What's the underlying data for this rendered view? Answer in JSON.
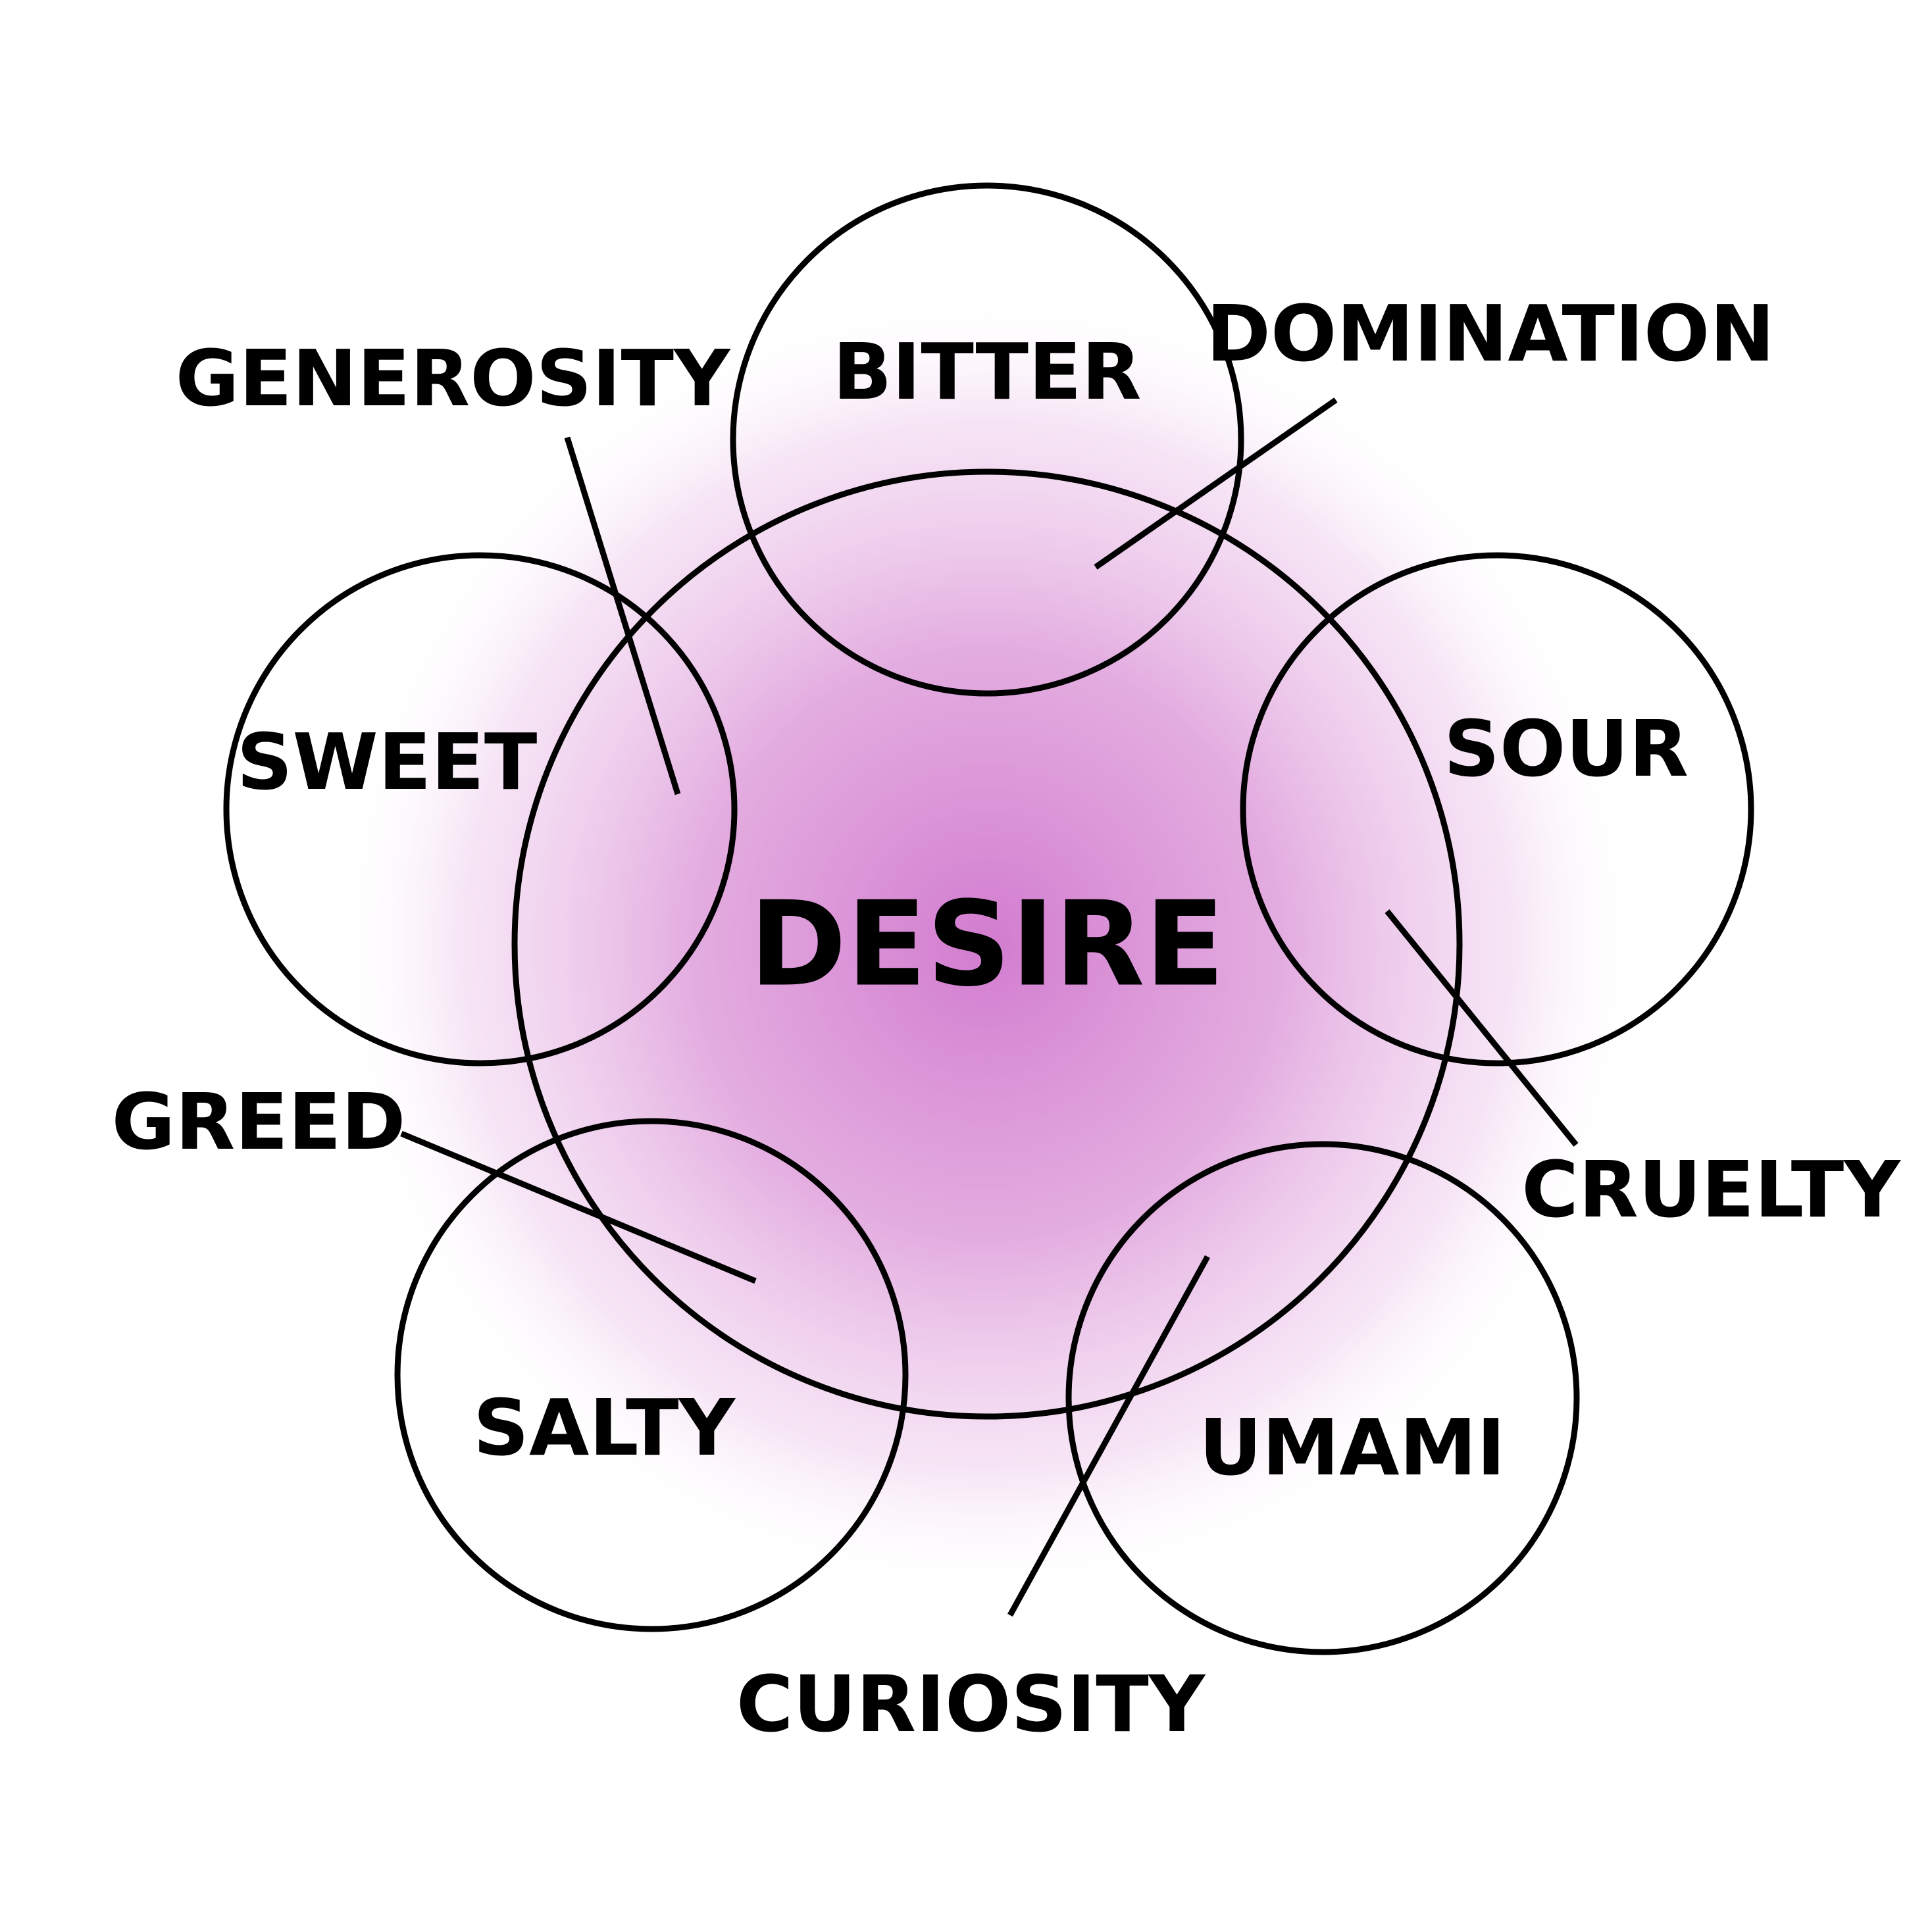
{
  "center_label": "DESIRE",
  "tastes": {
    "bitter": "BITTER",
    "sour": "SOUR",
    "umami": "UMAMI",
    "salty": "SALTY",
    "sweet": "SWEET"
  },
  "traits": {
    "domination": "DOMINATION",
    "cruelty": "CRUELTY",
    "curiosity": "CURIOSITY",
    "greed": "GREED",
    "generosity": "GENEROSITY"
  },
  "colors": {
    "glow": "#d27ccf",
    "stroke": "#000000",
    "background": "#ffffff"
  }
}
